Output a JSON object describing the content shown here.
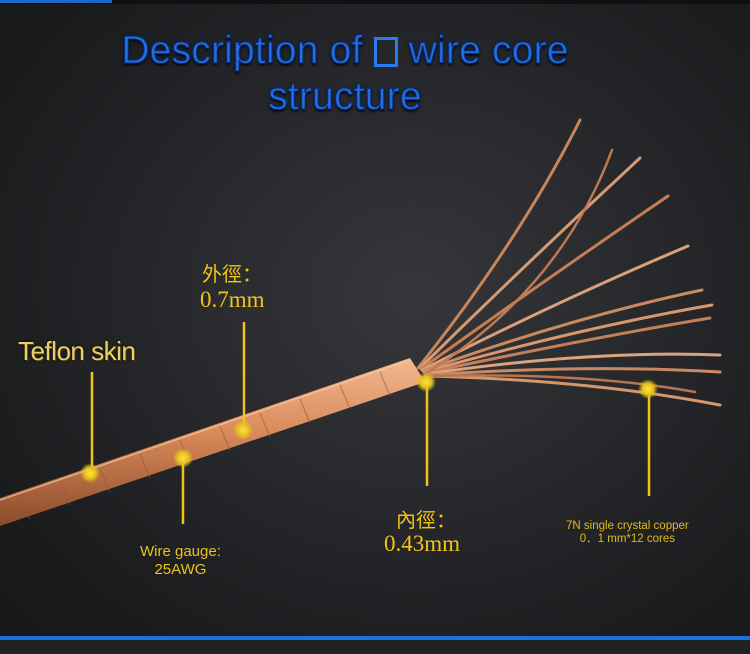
{
  "title": {
    "line1": "Description of",
    "line2_prefix": "wire core",
    "line3": "structure"
  },
  "labels": {
    "teflon": "Teflon skin",
    "outer_title": "外徑：",
    "outer_value": "0.7mm",
    "inner_title": "內徑：",
    "inner_value": "0.43mm",
    "gauge_line1": "Wire gauge:",
    "gauge_line2": "25AWG",
    "crystal_line1": "7N single crystal copper",
    "crystal_line2": "0．1 mm*12 cores"
  },
  "colors": {
    "title_blue": "#1f6fe6",
    "leader_yellow": "#f0c21a",
    "copper": "#d98c5c",
    "bottom_accent": "#1f6fe0"
  },
  "icons": {
    "title_box": "square-outline-icon"
  }
}
